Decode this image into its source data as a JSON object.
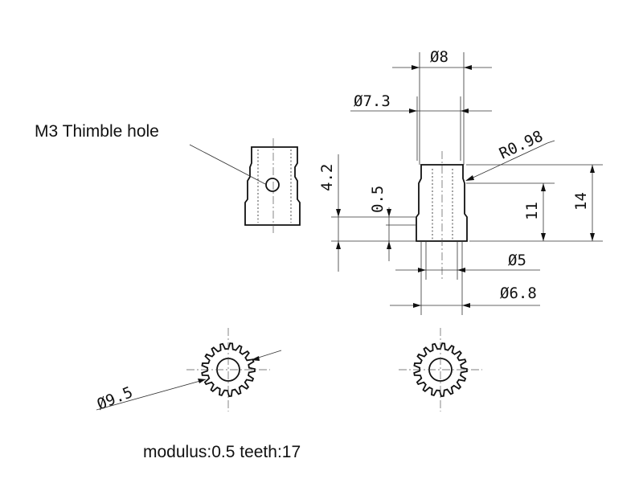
{
  "labels": {
    "thimble_hole": "M3 Thimble hole",
    "spec": "modulus:0.5 teeth:17"
  },
  "dimensions": {
    "d8": "Ø8",
    "d7_3": "Ø7.3",
    "r0_98": "R0.98",
    "h4_2": "4.2",
    "h0_5": "0.5",
    "h11": "11",
    "h14": "14",
    "d5": "Ø5",
    "d6_8": "Ø6.8",
    "d9_5": "Ø9.5"
  },
  "gear": {
    "modulus": 0.5,
    "teeth": 17
  }
}
